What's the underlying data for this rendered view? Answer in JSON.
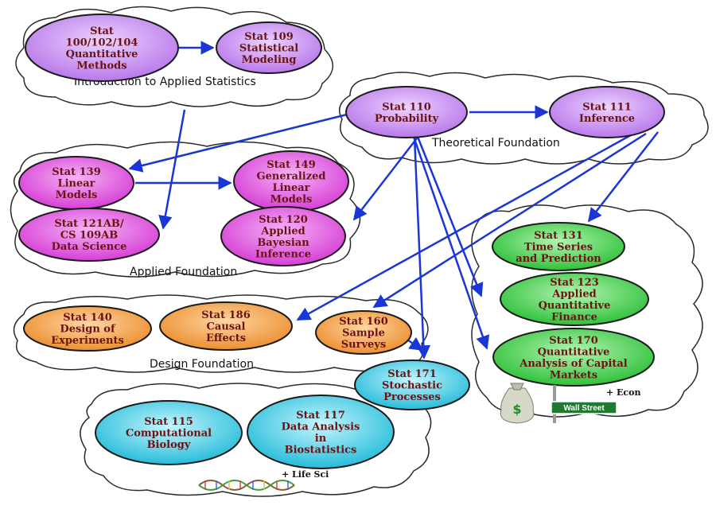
{
  "colors": {
    "purple": "#c58af0",
    "magenta": "#e35ae3",
    "orange": "#f2a24c",
    "green": "#45d14f",
    "cyan": "#3fcfe6",
    "arrow": "#1b36d6",
    "node_text": "#6a1313"
  },
  "clouds": [
    {
      "id": "intro",
      "label": "Introduction to Applied Statistics"
    },
    {
      "id": "theory",
      "label": "Theoretical Foundation"
    },
    {
      "id": "applied",
      "label": "Applied Foundation"
    },
    {
      "id": "design",
      "label": "Design Foundation"
    },
    {
      "id": "finance",
      "label": "+ Econ"
    },
    {
      "id": "life",
      "label": "+ Life Sci"
    }
  ],
  "nodes": [
    {
      "id": "stat100",
      "color": "purple",
      "lines": [
        "Stat",
        "100/102/104",
        "Quantitative",
        "Methods"
      ]
    },
    {
      "id": "stat109",
      "color": "purple",
      "lines": [
        "Stat 109",
        "Statistical",
        "Modeling"
      ]
    },
    {
      "id": "stat110",
      "color": "purple",
      "lines": [
        "Stat 110",
        "Probability"
      ]
    },
    {
      "id": "stat111",
      "color": "purple",
      "lines": [
        "Stat 111",
        "Inference"
      ]
    },
    {
      "id": "stat139",
      "color": "magenta",
      "lines": [
        "Stat 139",
        "Linear",
        "Models"
      ]
    },
    {
      "id": "stat149",
      "color": "magenta",
      "lines": [
        "Stat 149",
        "Generalized",
        "Linear",
        "Models"
      ]
    },
    {
      "id": "stat121",
      "color": "magenta",
      "lines": [
        "Stat 121AB/",
        "CS 109AB",
        "Data Science"
      ]
    },
    {
      "id": "stat120",
      "color": "magenta",
      "lines": [
        "Stat 120",
        "Applied",
        "Bayesian",
        "Inference"
      ]
    },
    {
      "id": "stat131",
      "color": "green",
      "lines": [
        "Stat 131",
        "Time Series",
        "and Prediction"
      ]
    },
    {
      "id": "stat123",
      "color": "green",
      "lines": [
        "Stat 123",
        "Applied",
        "Quantitative",
        "Finance"
      ]
    },
    {
      "id": "stat170",
      "color": "green",
      "lines": [
        "Stat 170",
        "Quantitative",
        "Analysis of Capital",
        "Markets"
      ]
    },
    {
      "id": "stat140",
      "color": "orange",
      "lines": [
        "Stat 140",
        "Design of",
        "Experiments"
      ]
    },
    {
      "id": "stat186",
      "color": "orange",
      "lines": [
        "Stat 186",
        "Causal",
        "Effects"
      ]
    },
    {
      "id": "stat160",
      "color": "orange",
      "lines": [
        "Stat 160",
        "Sample",
        "Surveys"
      ]
    },
    {
      "id": "stat171",
      "color": "cyan",
      "lines": [
        "Stat 171",
        "Stochastic",
        "Processes"
      ]
    },
    {
      "id": "stat115",
      "color": "cyan",
      "lines": [
        "Stat 115",
        "Computational",
        "Biology"
      ]
    },
    {
      "id": "stat117",
      "color": "cyan",
      "lines": [
        "Stat 117",
        "Data Analysis",
        "in",
        "Biostatistics"
      ]
    }
  ],
  "edges": [
    [
      "stat100",
      "stat109"
    ],
    [
      "stat110",
      "stat111"
    ],
    [
      "stat139",
      "stat149"
    ],
    [
      "stat109",
      "stat121"
    ],
    [
      "stat110",
      "stat139"
    ],
    [
      "stat110",
      "stat120"
    ],
    [
      "stat110",
      "stat171"
    ],
    [
      "stat110",
      "stat123"
    ],
    [
      "stat110",
      "stat170"
    ],
    [
      "stat111",
      "stat131"
    ],
    [
      "stat111",
      "stat160"
    ],
    [
      "stat111",
      "stat186"
    ],
    [
      "stat160",
      "stat171"
    ]
  ],
  "finance_icons": {
    "money_symbol": "$",
    "sign_text": "Wall Street"
  }
}
